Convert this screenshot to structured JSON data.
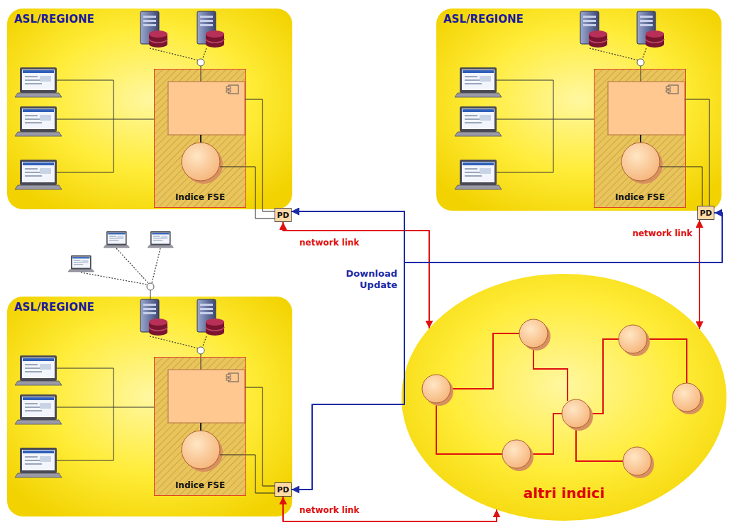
{
  "diagram": {
    "nodes": [
      {
        "text": [
          "ASL/REGIONE"
        ]
      },
      {
        "text": [
          "Indice FSE"
        ],
        "in": 0
      },
      {
        "text": [
          "PD"
        ],
        "in": 0
      },
      {
        "text": [
          "ASL/REGIONE"
        ]
      },
      {
        "text": [
          "Indice FSE"
        ],
        "in": 3
      },
      {
        "text": [
          "PD"
        ],
        "in": 3
      },
      {
        "text": [
          "ASL/REGIONE"
        ]
      },
      {
        "text": [
          "Indice FSE"
        ],
        "in": 6
      },
      {
        "text": [
          "PD"
        ],
        "in": 6
      },
      {
        "text": [
          "altri indici"
        ]
      }
    ],
    "edges": [
      {
        "from": 2,
        "to": 9,
        "arrow": "both",
        "label": "network link"
      },
      {
        "from": 5,
        "to": 9,
        "arrow": "both",
        "label": "network link"
      },
      {
        "from": 8,
        "to": 9,
        "arrow": "both",
        "label": "network link"
      },
      {
        "from": 2,
        "to": 8,
        "arrow": "both",
        "label": "Download Update"
      },
      {
        "from": 2,
        "to": 5,
        "arrow": "both"
      }
    ]
  }
}
